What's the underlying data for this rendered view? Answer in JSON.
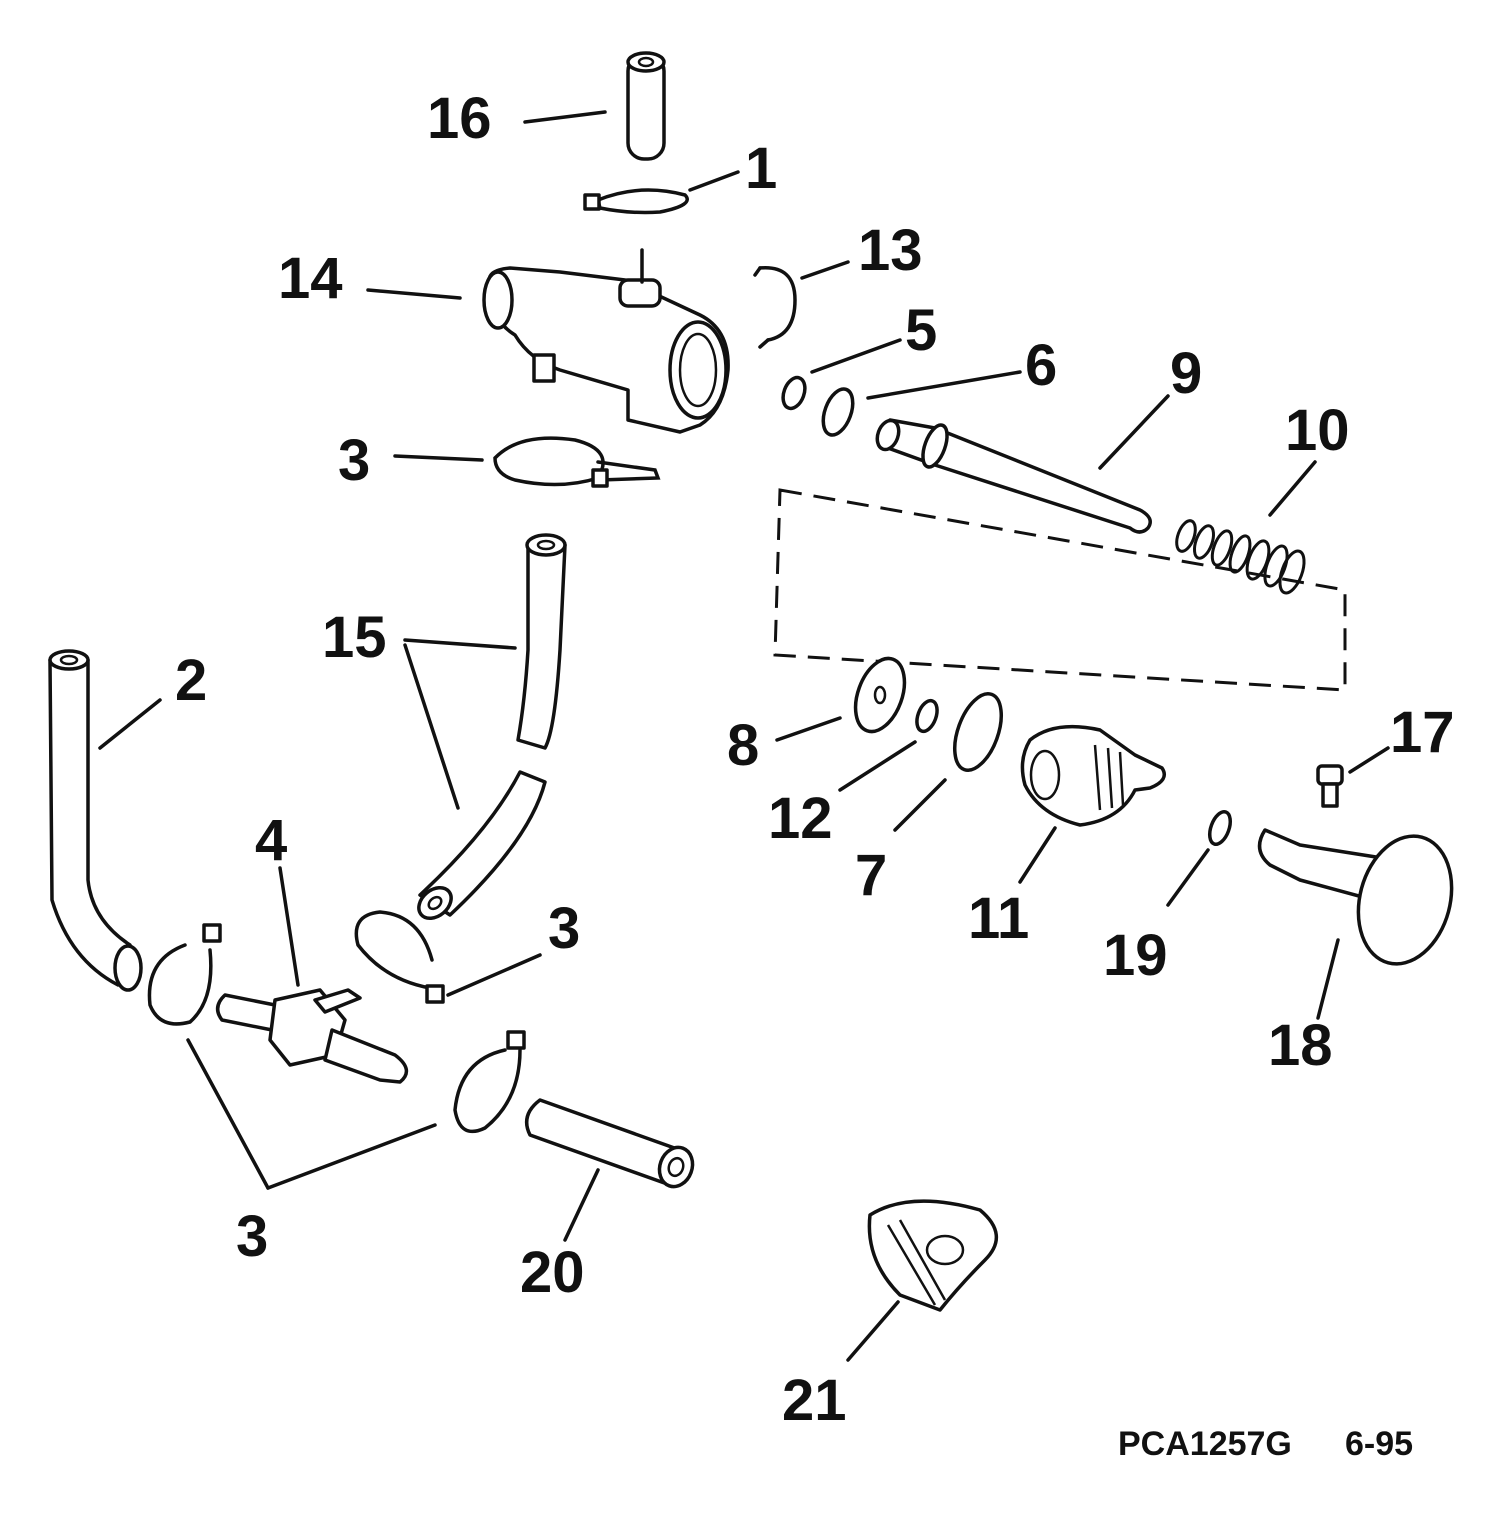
{
  "callouts": [
    {
      "id": "c16",
      "text": "16"
    },
    {
      "id": "c1",
      "text": "1"
    },
    {
      "id": "c13",
      "text": "13"
    },
    {
      "id": "c14",
      "text": "14"
    },
    {
      "id": "c5",
      "text": "5"
    },
    {
      "id": "c6",
      "text": "6"
    },
    {
      "id": "c9",
      "text": "9"
    },
    {
      "id": "c3a",
      "text": "3"
    },
    {
      "id": "c10",
      "text": "10"
    },
    {
      "id": "c15",
      "text": "15"
    },
    {
      "id": "c2",
      "text": "2"
    },
    {
      "id": "c17",
      "text": "17"
    },
    {
      "id": "c8",
      "text": "8"
    },
    {
      "id": "c12",
      "text": "12"
    },
    {
      "id": "c7",
      "text": "7"
    },
    {
      "id": "c4",
      "text": "4"
    },
    {
      "id": "c11",
      "text": "11"
    },
    {
      "id": "c3b",
      "text": "3"
    },
    {
      "id": "c19",
      "text": "19"
    },
    {
      "id": "c18",
      "text": "18"
    },
    {
      "id": "c3c",
      "text": "3"
    },
    {
      "id": "c20",
      "text": "20"
    },
    {
      "id": "c21",
      "text": "21"
    }
  ],
  "footer": {
    "part_code": "PCA1257G",
    "date": "6-95"
  }
}
